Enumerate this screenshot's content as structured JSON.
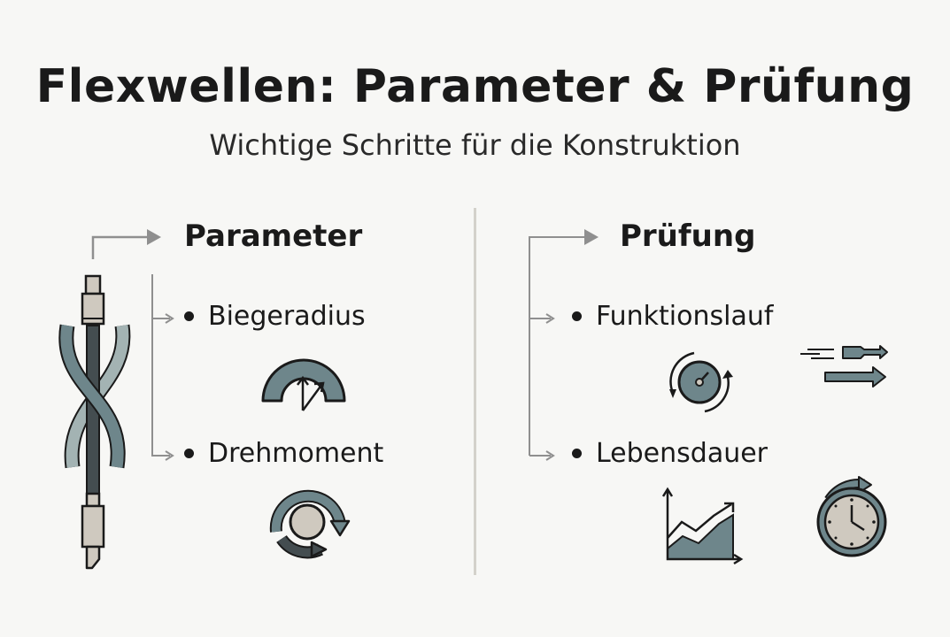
{
  "title": "Flexwellen: Parameter & Prüfung",
  "subtitle": "Wichtige Schritte für die Konstruktion",
  "colors": {
    "steel_dark": "#6e868b",
    "steel_light": "#a3b3b3",
    "shaft": "#444d50",
    "fitting": "#cfc9bf",
    "outline": "#1a1a1a",
    "connector": "#8f8f8f",
    "divider": "#d3d1cb"
  },
  "left": {
    "heading": "Parameter",
    "items": [
      {
        "label": "Biegeradius",
        "icon": "bend-radius-icon"
      },
      {
        "label": "Drehmoment",
        "icon": "torque-icon"
      }
    ]
  },
  "right": {
    "heading": "Prüfung",
    "items": [
      {
        "label": "Funktionslauf",
        "icon": "speedometer-icon"
      },
      {
        "label": "Lebensdauer",
        "icon": "growth-chart-icon"
      }
    ]
  }
}
